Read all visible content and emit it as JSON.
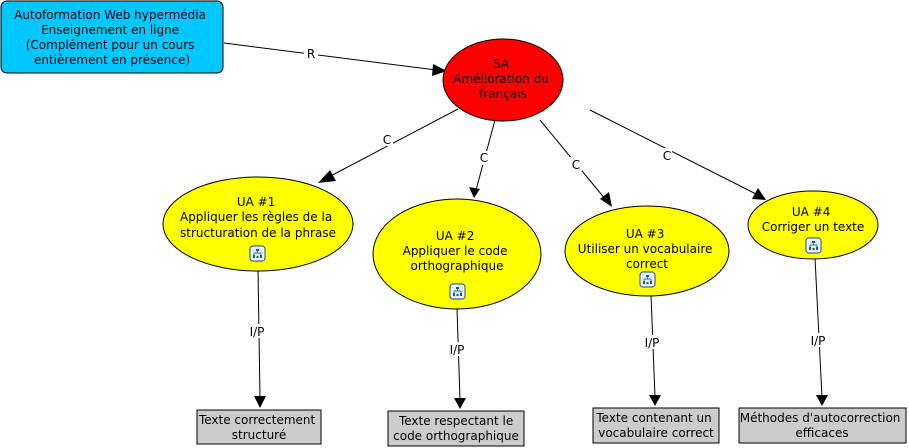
{
  "diagram": {
    "colors": {
      "source_node": "#00c8ff",
      "root_node": "#ff0000",
      "ua_node": "#ffff00",
      "outcome_node": "#cccccc",
      "icon_bg": "#ddeeff",
      "icon_border": "#336699"
    },
    "source": {
      "lines": [
        "Autoformation Web hypermédia",
        "Enseignement en ligne",
        "(Complément pour un cours",
        "entièrement en présence)"
      ]
    },
    "root": {
      "lines": [
        "SA",
        "Amélioration du",
        "français"
      ]
    },
    "links": {
      "source_to_root": "R",
      "root_to_ua": [
        "C",
        "C",
        "C",
        "C"
      ],
      "ua_to_outcome": [
        "I/P",
        "I/P",
        "I/P",
        "I/P"
      ]
    },
    "units": [
      {
        "lines": [
          "UA #1",
          "Appliquer les règles de la",
          "structuration de la phrase"
        ],
        "icon": "submap-icon"
      },
      {
        "lines": [
          "UA #2",
          "Appliquer le code",
          "orthographique"
        ],
        "icon": "submap-icon"
      },
      {
        "lines": [
          "UA #3",
          "Utiliser un vocabulaire",
          "correct"
        ],
        "icon": "submap-icon"
      },
      {
        "lines": [
          "UA #4",
          "Corriger un texte"
        ],
        "icon": "submap-icon"
      }
    ],
    "outcomes": [
      {
        "lines": [
          "Texte correctement",
          "structuré"
        ]
      },
      {
        "lines": [
          "Texte respectant le",
          "code orthographique"
        ]
      },
      {
        "lines": [
          "Texte contenant un",
          "vocabulaire correct"
        ]
      },
      {
        "lines": [
          "Méthodes d'autocorrection",
          "efficaces"
        ]
      }
    ]
  }
}
